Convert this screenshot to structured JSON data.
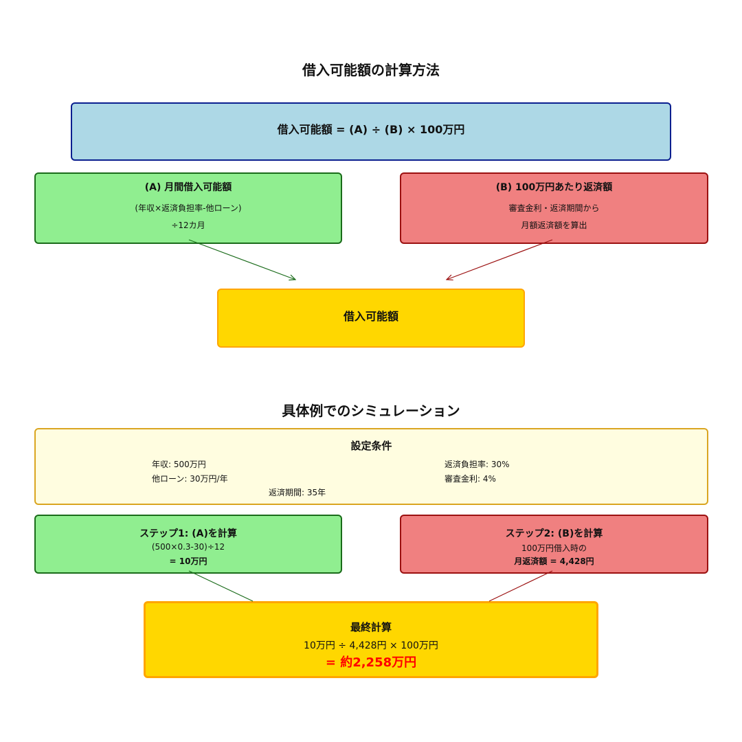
{
  "section1": {
    "title": "借入可能額の計算方法",
    "formula": "借入可能額 = (A) ÷ (B) × 100万円",
    "box_a": {
      "title": "(A) 月間借入可能額",
      "line1": "(年収×返済負担率-他ローン)",
      "line2": "÷12カ月"
    },
    "box_b": {
      "title": "(B) 100万円あたり返済額",
      "line1": "審査金利・返済期間から",
      "line2": "月額返済額を算出"
    },
    "result": "借入可能額"
  },
  "section2": {
    "title": "具体例でのシミュレーション",
    "conditions": {
      "title": "設定条件",
      "income": "年収: 500万円",
      "other_loan": "他ローン: 30万円/年",
      "burden_rate": "返済負担率: 30%",
      "interest": "審査金利: 4%",
      "period": "返済期間: 35年"
    },
    "step1": {
      "title": "ステップ1: (A)を計算",
      "line1": "(500×0.3-30)÷12",
      "line2": "= 10万円"
    },
    "step2": {
      "title": "ステップ2: (B)を計算",
      "line1": "100万円借入時の",
      "line2": "月返済額 = 4,428円"
    },
    "final": {
      "title": "最終計算",
      "formula": "10万円 ÷ 4,428円 × 100万円",
      "answer": "= 約2,258万円"
    }
  },
  "colors": {
    "blue_fill": "#add8e6",
    "green_fill": "#90ee90",
    "red_fill": "#f08080",
    "gold_fill": "#ffd700",
    "cream_fill": "#fffde0",
    "answer_text": "#ff0000",
    "green_arrow": "#1a6b1a",
    "red_arrow": "#9b1010"
  }
}
